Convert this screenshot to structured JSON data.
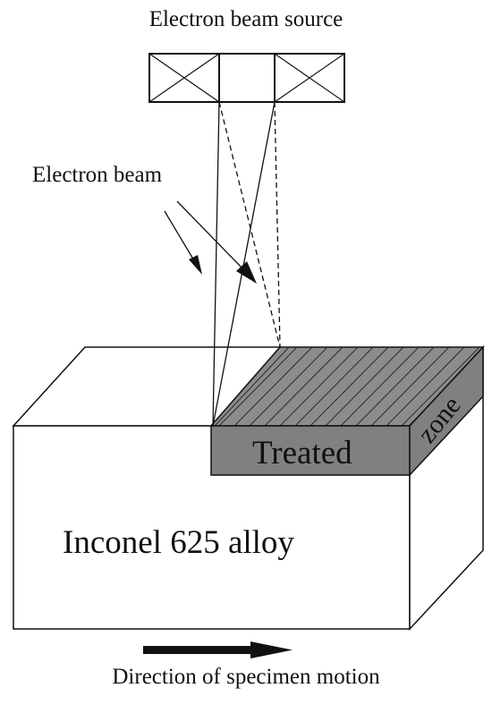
{
  "labels": {
    "source": "Electron beam source",
    "beam": "Electron beam",
    "alloy": "Inconel 625 alloy",
    "treated": "Treated",
    "zone": "zone",
    "motion": "Direction of specimen motion"
  },
  "colors": {
    "line": "#111111",
    "treated_fill": "#808080",
    "treated_top": "#8c8c8c"
  }
}
